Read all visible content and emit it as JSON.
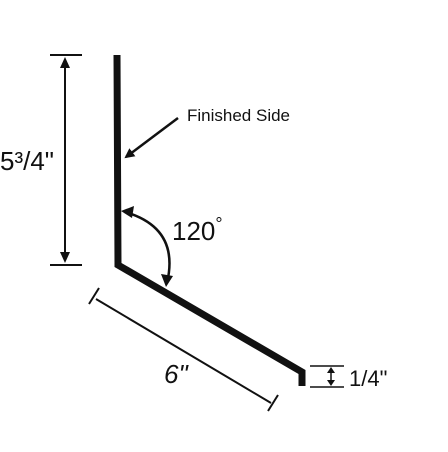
{
  "diagram": {
    "labels": {
      "finished_side": "Finished Side",
      "angle": "120",
      "angle_unit": "°",
      "height": "5³/4\"",
      "width": "6\"",
      "hem": "1/4\""
    },
    "colors": {
      "line": "#111111",
      "background": "#ffffff"
    }
  }
}
